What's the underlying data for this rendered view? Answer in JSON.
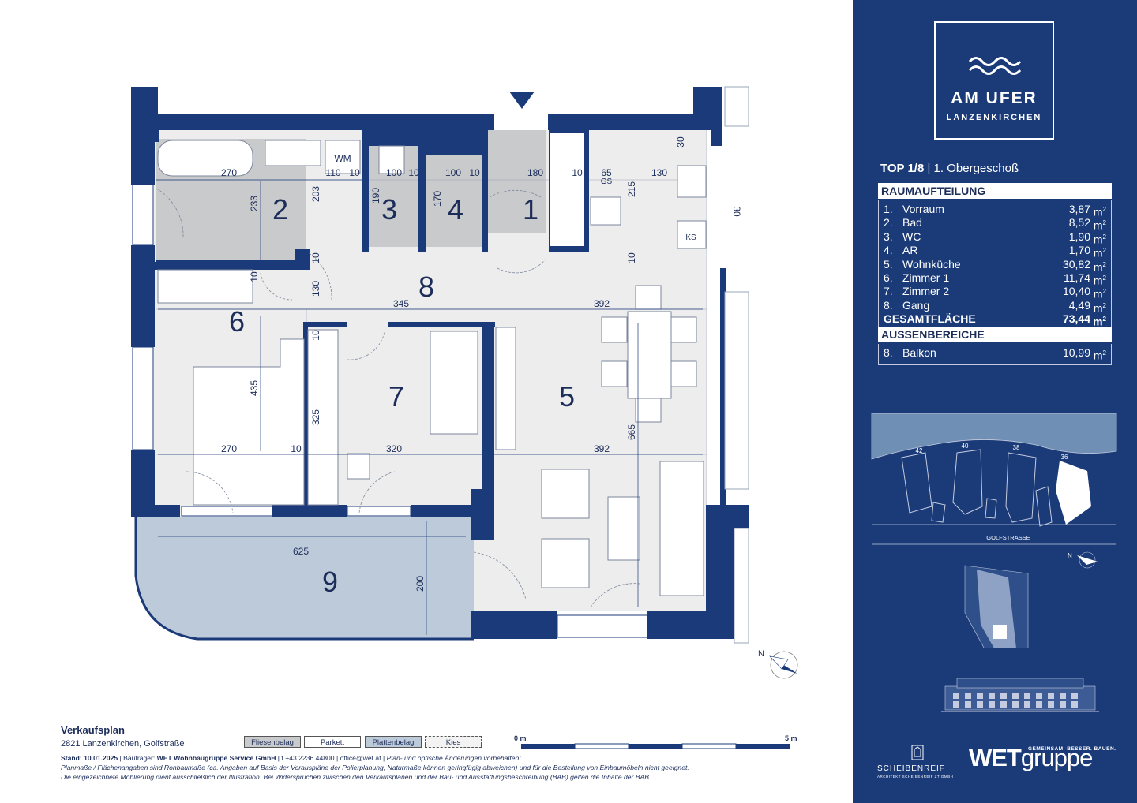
{
  "project": {
    "logo_title": "AM UFER",
    "logo_subtitle": "LANZENKIRCHEN",
    "unit": "TOP 1/8",
    "floor": "1. Obergeschoß"
  },
  "rooms_table": {
    "header": "RAUMAUFTEILUNG",
    "rows": [
      {
        "no": "1.",
        "name": "Vorraum",
        "area": "3,87",
        "unit": "m",
        "exp": "2"
      },
      {
        "no": "2.",
        "name": "Bad",
        "area": "8,52",
        "unit": "m",
        "exp": "2"
      },
      {
        "no": "3.",
        "name": "WC",
        "area": "1,90",
        "unit": "m",
        "exp": "2"
      },
      {
        "no": "4.",
        "name": "AR",
        "area": "1,70",
        "unit": "m",
        "exp": "2"
      },
      {
        "no": "5.",
        "name": "Wohnküche",
        "area": "30,82",
        "unit": "m",
        "exp": "2"
      },
      {
        "no": "6.",
        "name": "Zimmer 1",
        "area": "11,74",
        "unit": "m",
        "exp": "2"
      },
      {
        "no": "7.",
        "name": "Zimmer 2",
        "area": "10,40",
        "unit": "m",
        "exp": "2"
      },
      {
        "no": "8.",
        "name": "Gang",
        "area": "4,49",
        "unit": "m",
        "exp": "2"
      }
    ],
    "total_label": "GESAMTFLÄCHE",
    "total_area": "73,44",
    "total_unit": "m",
    "total_exp": "2"
  },
  "outdoor_table": {
    "header": "AUSSENBEREICHE",
    "rows": [
      {
        "no": "8.",
        "name": "Balkon",
        "area": "10,99",
        "unit": "m",
        "exp": "2"
      }
    ]
  },
  "site_plan": {
    "building_numbers": [
      "42",
      "40",
      "38",
      "36"
    ],
    "street": "GOLFSTRASSE",
    "north": "N"
  },
  "floor_plan": {
    "room_numbers": [
      "1",
      "2",
      "3",
      "4",
      "5",
      "6",
      "7",
      "8",
      "9"
    ],
    "dimensions": [
      "270",
      "233",
      "203",
      "110",
      "10",
      "100",
      "10",
      "100",
      "10",
      "180",
      "190",
      "170",
      "10",
      "65",
      "130",
      "30",
      "215",
      "10",
      "10",
      "10",
      "130",
      "345",
      "392",
      "10",
      "435",
      "325",
      "665",
      "270",
      "10",
      "320",
      "392",
      "625",
      "200",
      "30"
    ],
    "fixtures": [
      "WM",
      "GS",
      "KS"
    ],
    "north": "N"
  },
  "footer": {
    "title": "Verkaufsplan",
    "address": "2821 Lanzenkirchen, Golfstraße",
    "legend": [
      "Fliesenbelag",
      "Parkett",
      "Plattenbelag",
      "Kies"
    ],
    "scale_start": "0 m",
    "scale_end": "5 m",
    "line1_bold": "Stand: 10.01.2025",
    "line1_mid": " | Bauträger: ",
    "line1_bold2": "WET Wohnbaugruppe Service GmbH",
    "line1_contact": " | t +43 2236 44800 | office@wet.at | ",
    "line1_italic": "Plan- und optische Änderungen vorbehalten!",
    "line2": "Planmaße / Flächenangaben sind Rohbaumaße (ca. Angaben auf Basis der Vorauspläne der Polierplanung, Naturmaße können geringfügig abweichen) und für die Bestellung von Einbaumöbeln nicht geeignet.",
    "line3": "Die eingezeichnete Möblierung dient ausschließlich der Illustration. Bei Widersprüchen zwischen den Verkaufsplänen und der Bau- und Ausstattungsbeschreibung (BAB) gelten die Inhalte der BAB."
  },
  "brands": {
    "wet_main": "WET",
    "wet_rest": "gruppe",
    "wet_tag": "GEMEINSAM. BESSER. BAUEN.",
    "architect": "SCHEIBENREIF",
    "architect_sub": "ARCHITEKT SCHEIBENREIF ZT GMBH"
  },
  "colors": {
    "brand_blue": "#1a3a78",
    "wall": "#1b3a7a",
    "tile": "#c8c9cb",
    "floor": "#ececec",
    "balcony": "#b9c8d8"
  }
}
